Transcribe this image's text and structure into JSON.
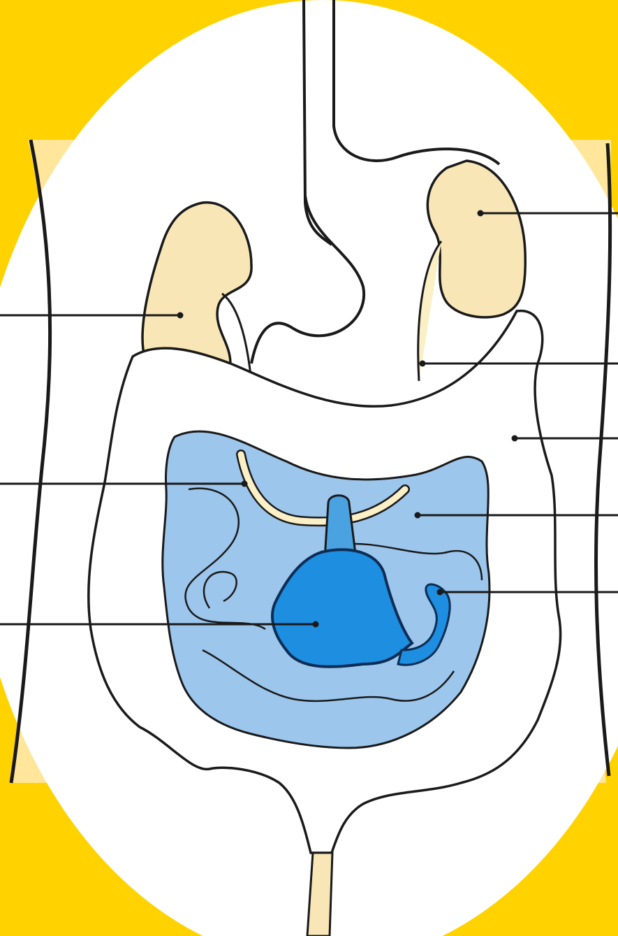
{
  "colors": {
    "background": "#ffd200",
    "body_light": "#ffe69a",
    "circle": "#ffffff",
    "organ_cream": "#f8e6b6",
    "ureter_cream": "#fbefc5",
    "intestine_blue": "#9cc6ec",
    "bladder_blue": "#1d8ee0",
    "bladder_neck_blue": "#4aa2e0",
    "outline": "#1a1a1a"
  },
  "structures": [
    {
      "id": "esophagus",
      "shape": "tube"
    },
    {
      "id": "left-kidney",
      "shape": "kidney",
      "fill": "organ_cream"
    },
    {
      "id": "right-kidney",
      "shape": "kidney",
      "fill": "organ_cream"
    },
    {
      "id": "stomach",
      "shape": "sac"
    },
    {
      "id": "large-intestine",
      "shape": "loop"
    },
    {
      "id": "small-intestine",
      "shape": "coil",
      "fill": "intestine_blue"
    },
    {
      "id": "ureter",
      "shape": "tube",
      "fill": "ureter_cream"
    },
    {
      "id": "bladder",
      "shape": "sac",
      "fill": "bladder_blue"
    },
    {
      "id": "appendix-structure",
      "shape": "coil",
      "fill": "bladder_blue"
    }
  ],
  "pointers": [
    {
      "target": "left-kidney",
      "side": "left"
    },
    {
      "target": "right-kidney",
      "side": "right"
    },
    {
      "target": "right-ureter",
      "side": "right"
    },
    {
      "target": "large-intestine",
      "side": "right"
    },
    {
      "target": "left-ureter",
      "side": "left"
    },
    {
      "target": "small-intestine",
      "side": "right"
    },
    {
      "target": "bladder",
      "side": "left"
    },
    {
      "target": "appendix-structure",
      "side": "right"
    }
  ]
}
